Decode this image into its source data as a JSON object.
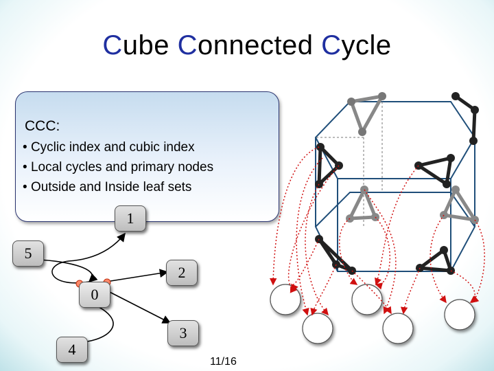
{
  "title": {
    "part1_cap": "C",
    "part1_rest": "ube ",
    "part2_cap": "C",
    "part2_rest": "onnected ",
    "part3_cap": "C",
    "part3_rest": "ycle"
  },
  "info": {
    "heading": "CCC:",
    "bullets": [
      "Cyclic index and cubic index",
      "Local cycles and primary nodes",
      "Outside and Inside leaf sets"
    ]
  },
  "nodes": {
    "n1": "1",
    "n5": "5",
    "n2": "2",
    "n0": "0",
    "n3": "3",
    "n4": "4"
  },
  "page_number": "11/16",
  "colors": {
    "title_accent": "#1f2fa0",
    "cube_edge": "#1f4e79",
    "arrow_red": "#d01010",
    "node_dark": "#222222",
    "node_gray": "#808080"
  }
}
